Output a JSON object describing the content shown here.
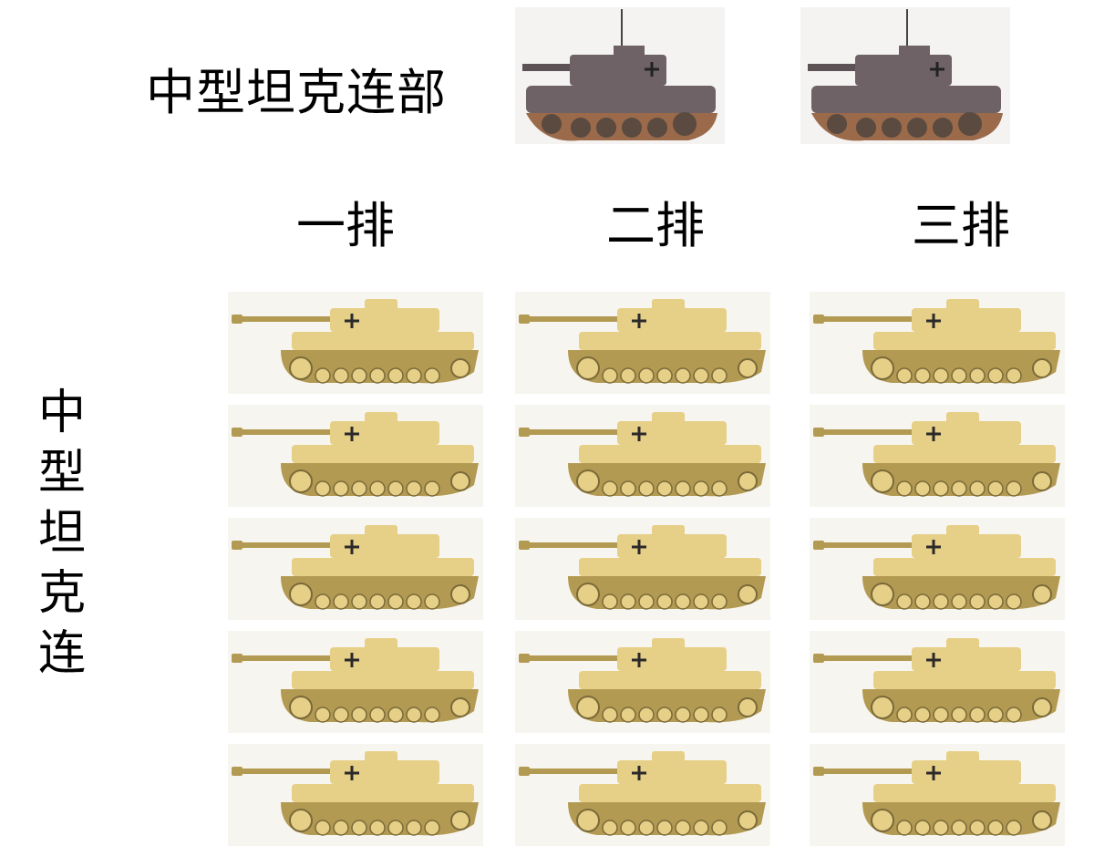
{
  "hq": {
    "title": "中型坦克连部",
    "tanks": [
      {
        "name": "hq-tank-1"
      },
      {
        "name": "hq-tank-2"
      }
    ]
  },
  "platoons": [
    {
      "label": "一排",
      "tank_count": 5
    },
    {
      "label": "二排",
      "tank_count": 5
    },
    {
      "label": "三排",
      "tank_count": 5
    }
  ],
  "company": {
    "label_chars": [
      "中",
      "型",
      "坦",
      "克",
      "连"
    ]
  },
  "colors": {
    "hq_tank_hull": "#6e6266",
    "hq_tank_rust": "#9a6a4a",
    "platoon_tank_body": "#e6cf86",
    "platoon_tank_shade": "#b39a52",
    "cross_marking": "#2a2a2a"
  }
}
